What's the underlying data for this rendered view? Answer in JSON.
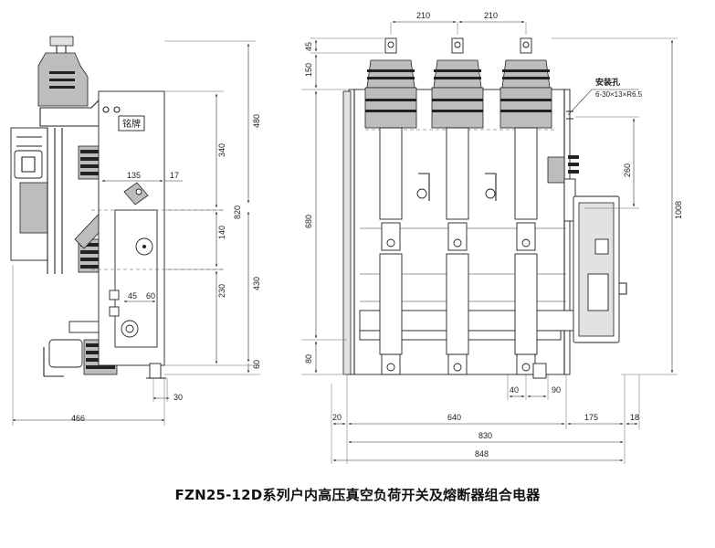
{
  "caption": "FZN25-12D系列户内高压真空负荷开关及熔断器组合电器",
  "nameplate_label": "铭牌",
  "mounting_hole": {
    "label": "安装孔",
    "spec": "6-30×13×R6.5"
  },
  "side_view_dimensions": {
    "total_width": "466",
    "top_to_panel": "480",
    "lower_height": "430",
    "span_820": "820",
    "upper_inner": "340",
    "middle_inner": "140",
    "lower_inner": "230",
    "bottom": "60",
    "arm_135": "135",
    "arm_17": "17",
    "base_45": "45",
    "base_60": "60",
    "foot_30": "30"
  },
  "front_view_dimensions": {
    "pitch_left": "210",
    "pitch_right": "210",
    "top_45": "45",
    "top_150": "150",
    "height_680": "680",
    "bottom_80": "80",
    "height_1008": "1008",
    "right_260": "260",
    "bottom_40": "40",
    "bottom_90": "90",
    "width_20": "20",
    "width_640": "640",
    "width_175": "175",
    "width_18": "18",
    "width_830": "830",
    "width_848": "848"
  }
}
